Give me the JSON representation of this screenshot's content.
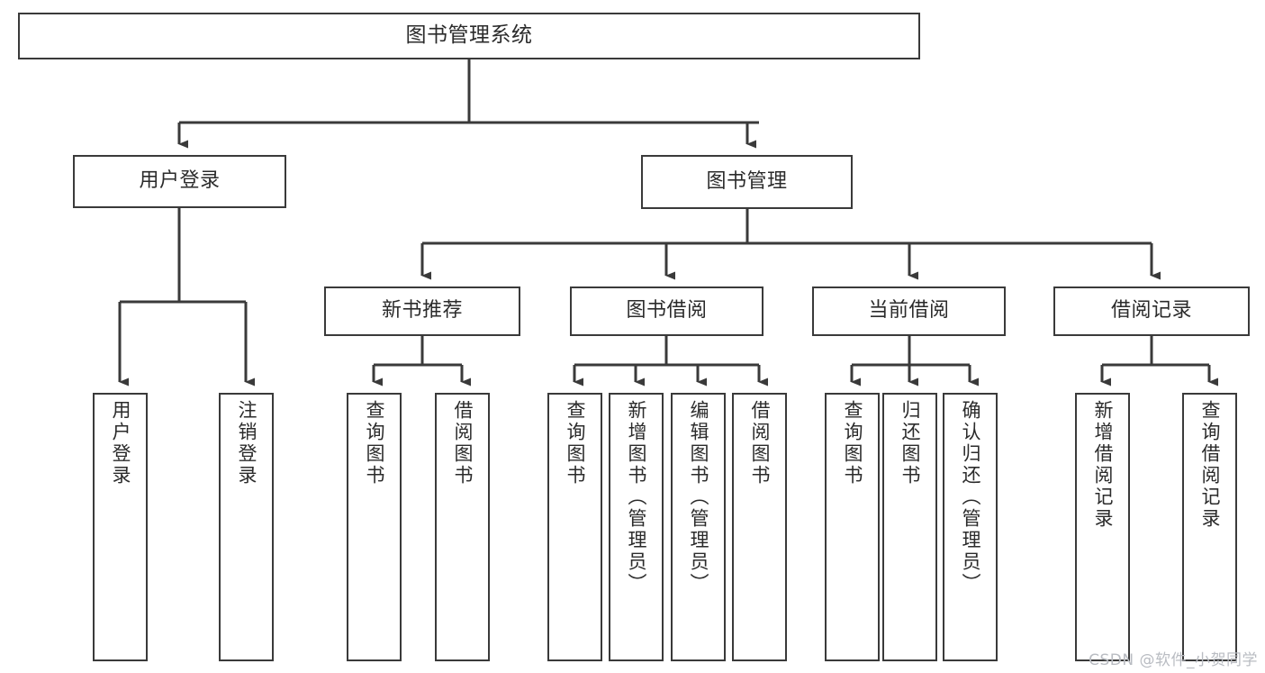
{
  "diagram": {
    "title": "图书管理系统",
    "type": "tree",
    "watermark": "CSDN @软件_小贺同学",
    "colors": {
      "box_border": "#3a3a3a",
      "box_fill": "#ffffff",
      "connector": "#3a3a3a",
      "text": "#2b2b2b",
      "watermark": "#b9bcc2",
      "background": "#ffffff"
    },
    "nodes": {
      "root": {
        "label": "图书管理系统"
      },
      "level2": [
        {
          "id": "user-login",
          "label": "用户登录"
        },
        {
          "id": "book-manage",
          "label": "图书管理"
        }
      ],
      "level3": [
        {
          "id": "new-book-recommend",
          "label": "新书推荐"
        },
        {
          "id": "book-borrow",
          "label": "图书借阅"
        },
        {
          "id": "current-borrow",
          "label": "当前借阅"
        },
        {
          "id": "borrow-record",
          "label": "借阅记录"
        }
      ],
      "leaves": {
        "user_login": [
          {
            "id": "leaf-user-login",
            "label": "用户登录"
          },
          {
            "id": "leaf-logout-login",
            "label": "注销登录"
          }
        ],
        "new_book_recommend": [
          {
            "id": "leaf-query-book-1",
            "label": "查询图书"
          },
          {
            "id": "leaf-borrow-book-1",
            "label": "借阅图书"
          }
        ],
        "book_borrow": [
          {
            "id": "leaf-query-book-2",
            "label": "查询图书"
          },
          {
            "id": "leaf-add-book",
            "label": "新增图书（管理员）"
          },
          {
            "id": "leaf-edit-book",
            "label": "编辑图书（管理员）"
          },
          {
            "id": "leaf-borrow-book-2",
            "label": "借阅图书"
          }
        ],
        "current_borrow": [
          {
            "id": "leaf-query-book-3",
            "label": "查询图书"
          },
          {
            "id": "leaf-return-book",
            "label": "归还图书"
          },
          {
            "id": "leaf-confirm-return",
            "label": "确认归还（管理员）"
          }
        ],
        "borrow_record": [
          {
            "id": "leaf-add-record",
            "label": "新增借阅记录"
          },
          {
            "id": "leaf-query-record",
            "label": "查询借阅记录"
          }
        ]
      }
    }
  }
}
